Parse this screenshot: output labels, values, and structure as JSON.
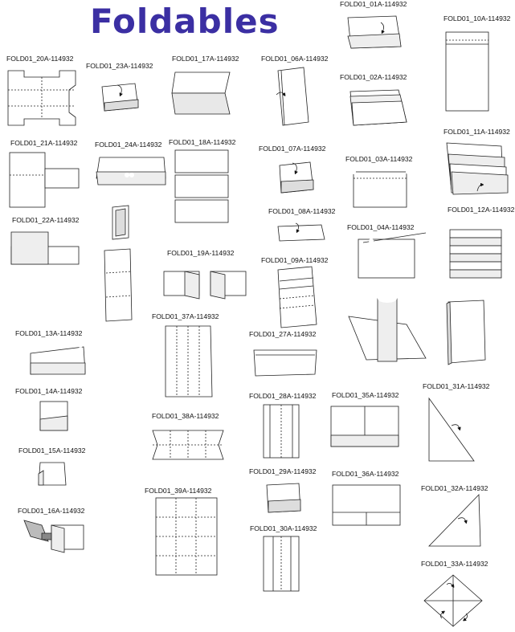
{
  "title": "Foldables",
  "labels": {
    "f01": "FOLD01_01A-114932",
    "f10": "FOLD01_10A-114932",
    "f20": "FOLD01_20A-114932",
    "f23": "FOLD01_23A-114932",
    "f17": "FOLD01_17A-114932",
    "f06": "FOLD01_06A-114932",
    "f02": "FOLD01_02A-114932",
    "f11": "FOLD01_11A-114932",
    "f21": "FOLD01_21A-114932",
    "f24": "FOLD01_24A-114932",
    "f18": "FOLD01_18A-114932",
    "f07": "FOLD01_07A-114932",
    "f03": "FOLD01_03A-114932",
    "f12": "FOLD01_12A-114932",
    "f08": "FOLD01_08A-114932",
    "f22": "FOLD01_22A-114932",
    "f04": "FOLD01_04A-114932",
    "f19": "FOLD01_19A-114932",
    "f09": "FOLD01_09A-114932",
    "f13": "FOLD01_13A-114932",
    "f37": "FOLD01_37A-114932",
    "f27": "FOLD01_27A-114932",
    "f14": "FOLD01_14A-114932",
    "f31": "FOLD01_31A-114932",
    "f28": "FOLD01_28A-114932",
    "f35": "FOLD01_35A-114932",
    "f38": "FOLD01_38A-114932",
    "f15": "FOLD01_15A-114932",
    "f29": "FOLD01_29A-114932",
    "f36": "FOLD01_36A-114932",
    "f32": "FOLD01_32A-114932",
    "f39": "FOLD01_39A-114932",
    "f16": "FOLD01_16A-114932",
    "f30": "FOLD01_30A-114932",
    "f33": "FOLD01_33A-114932"
  },
  "colors": {
    "title": "#3b2fa3",
    "paper": "#ffffff",
    "paper_shade": "#e6e6e6",
    "line": "#222222"
  }
}
